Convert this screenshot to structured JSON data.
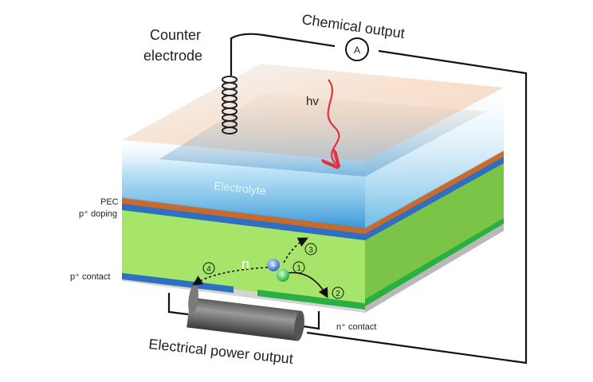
{
  "labels": {
    "counter_electrode_line1": "Counter",
    "counter_electrode_line2": "electrode",
    "chemical_output": "Chemical output",
    "ammeter": "A",
    "photon": "hv",
    "electrolyte": "Electrolyte",
    "pec": "PEC",
    "p_doping": "p⁺ doping",
    "p_contact": "p⁺ contact",
    "n_region": "n",
    "n_contact": "n⁺ contact",
    "electrical_power_output": "Electrical power output"
  },
  "carriers": {
    "hole": "+",
    "electron": "-"
  },
  "steps": [
    "1",
    "2",
    "3",
    "4"
  ],
  "colors": {
    "silicon_green": "#a6e46a",
    "silicon_green_dark": "#7cc448",
    "pec_orange": "#c9692c",
    "doping_blue": "#2e6fc2",
    "electrolyte_blue": "#4aa3dc",
    "photon_red": "#e03340",
    "n_contact_green": "#29b043",
    "wire": "#111111"
  },
  "icons": {
    "coil": "spring-coil-icon",
    "ammeter": "ammeter-circle-icon",
    "load": "cylinder-load-icon"
  }
}
